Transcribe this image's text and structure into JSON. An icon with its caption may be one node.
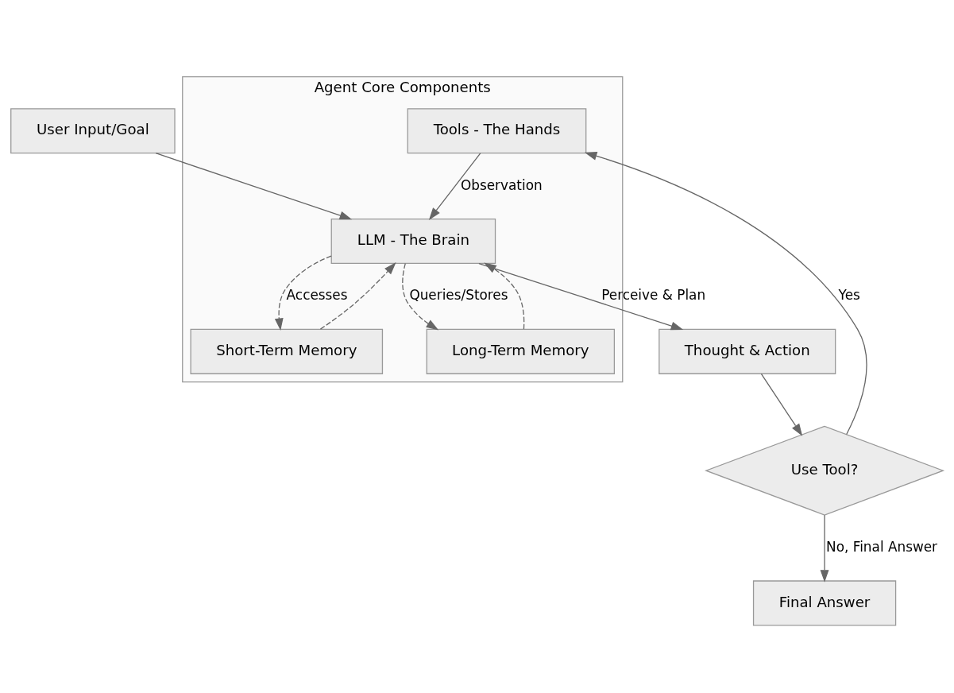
{
  "diagram": {
    "nodes": [
      {
        "text": [
          "User Input/Goal"
        ]
      },
      {
        "text": [
          "Agent Core Components"
        ]
      },
      {
        "text": [
          "LLM - The Brain"
        ],
        "in": 1
      },
      {
        "text": [
          "Short-Term Memory"
        ],
        "in": 1
      },
      {
        "text": [
          "Long-Term Memory"
        ],
        "in": 1
      },
      {
        "text": [
          "Tools - The Hands"
        ],
        "in": 1
      },
      {
        "text": [
          "Thought & Action"
        ]
      },
      {
        "text": [
          "Use Tool?"
        ]
      },
      {
        "text": [
          "Final Answer"
        ]
      }
    ],
    "edges": [
      {
        "from": 0,
        "to": 2,
        "arrow": "to"
      },
      {
        "from": 2,
        "to": 3,
        "arrow": "to",
        "label": "Accesses",
        "style": "dashed"
      },
      {
        "from": 3,
        "to": 2,
        "arrow": "to",
        "style": "dashed"
      },
      {
        "from": 2,
        "to": 4,
        "arrow": "to",
        "label": "Queries/Stores",
        "style": "dashed"
      },
      {
        "from": 4,
        "to": 2,
        "arrow": "to",
        "style": "dashed"
      },
      {
        "from": 2,
        "to": 6,
        "arrow": "to",
        "label": "Perceive & Plan"
      },
      {
        "from": 6,
        "to": 7,
        "arrow": "to"
      },
      {
        "from": 7,
        "to": 5,
        "arrow": "to",
        "label": "Yes"
      },
      {
        "from": 7,
        "to": 8,
        "arrow": "to",
        "label": "No, Final Answer"
      },
      {
        "from": 5,
        "to": 2,
        "arrow": "to",
        "label": "Observation"
      }
    ]
  }
}
